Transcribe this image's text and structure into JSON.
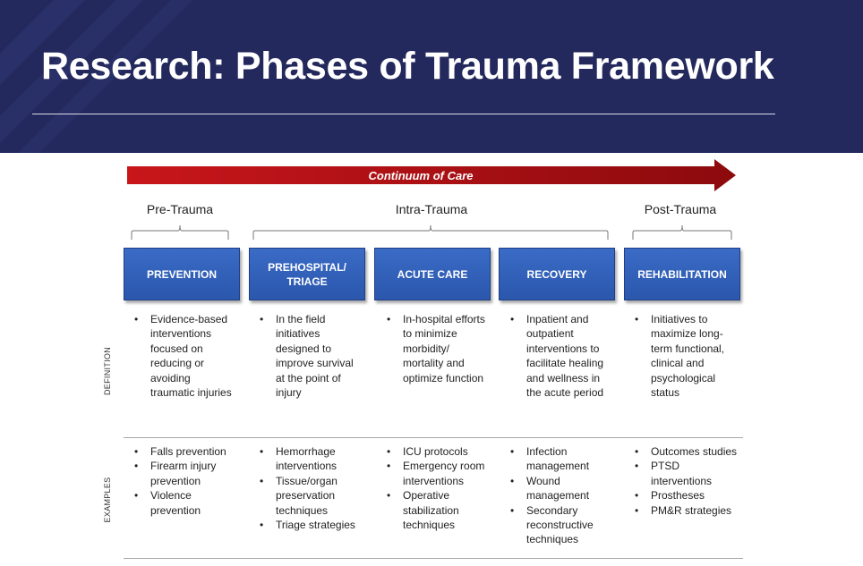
{
  "title": "Research: Phases of Trauma Framework",
  "continuum_label": "Continuum of Care",
  "phases": [
    "Pre-Trauma",
    "Intra-Trauma",
    "Post-Trauma"
  ],
  "row_labels": {
    "definition": "DEFINITION",
    "examples": "EXAMPLES"
  },
  "stages": [
    {
      "name": "PREVENTION",
      "definition": [
        "Evidence-based interventions focused on reducing or avoiding traumatic injuries"
      ],
      "examples": [
        "Falls prevention",
        "Firearm injury prevention",
        "Violence prevention"
      ]
    },
    {
      "name": "PREHOSPITAL/ TRIAGE",
      "definition": [
        "In the field initiatives designed to improve survival at the point of injury"
      ],
      "examples": [
        "Hemorrhage interventions",
        "Tissue/organ preservation techniques",
        "Triage strategies"
      ]
    },
    {
      "name": "ACUTE CARE",
      "definition": [
        "In-hospital efforts to minimize morbidity/ mortality and optimize function"
      ],
      "examples": [
        "ICU protocols",
        "Emergency room interventions",
        "Operative stabilization techniques"
      ]
    },
    {
      "name": "RECOVERY",
      "definition": [
        "Inpatient and outpatient interventions to facilitate healing and wellness in the acute period"
      ],
      "examples": [
        "Infection management",
        "Wound management",
        "Secondary reconstructive techniques"
      ]
    },
    {
      "name": "REHABILITATION",
      "definition": [
        "Initiatives to maximize long-term functional, clinical and psychological status"
      ],
      "examples": [
        "Outcomes studies",
        "PTSD interventions",
        "Prostheses",
        "PM&R strategies"
      ]
    }
  ],
  "colors": {
    "header_bg": "#23295c",
    "stage_box": "#2f5fb8",
    "arrow": "#b40e12"
  }
}
